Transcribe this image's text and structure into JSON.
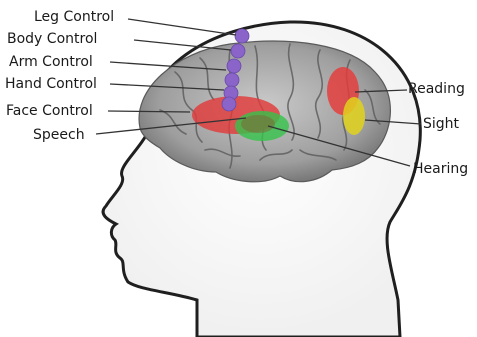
{
  "labels": {
    "leg_control": "Leg Control",
    "body_control": "Body Control",
    "arm_control": "Arm Control",
    "hand_control": "Hand Control",
    "face_control": "Face Control",
    "speech": "Speech",
    "reading": "Reading",
    "sight": "Sight",
    "hearing": "Hearing"
  },
  "colors": {
    "motor_strip": "#8a64c8",
    "speech_face": "#e03a3a",
    "hearing": "#34c34a",
    "reading": "#e53a3a",
    "sight": "#e2d21c",
    "brain_base": "#9b9b9b",
    "leader_lines": "#333333"
  }
}
